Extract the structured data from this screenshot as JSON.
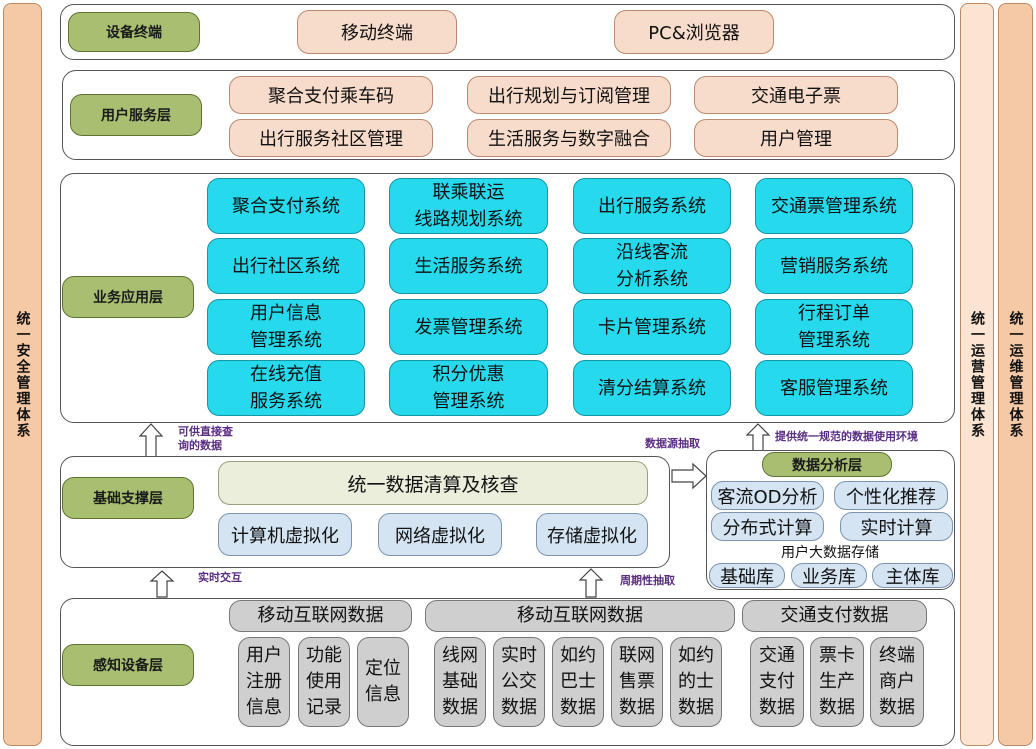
{
  "side_panels": {
    "security": "统一安全管理体系",
    "operations": "统一运营管理体系",
    "maintenance": "统一运维管理体系"
  },
  "device_layer": {
    "label": "设备终端",
    "items": [
      "移动终端",
      "PC&浏览器"
    ]
  },
  "user_service_layer": {
    "label": "用户服务层",
    "items": [
      "聚合支付乘车码",
      "出行规划与订阅管理",
      "交通电子票",
      "出行服务社区管理",
      "生活服务与数字融合",
      "用户管理"
    ]
  },
  "business_layer": {
    "label": "业务应用层",
    "items": [
      "聚合支付系统",
      "联乘联运\n线路规划系统",
      "出行服务系统",
      "交通票管理系统",
      "出行社区系统",
      "生活服务系统",
      "沿线客流\n分析系统",
      "营销服务系统",
      "用户信息\n管理系统",
      "发票管理系统",
      "卡片管理系统",
      "行程订单\n管理系统",
      "在线充值\n服务系统",
      "积分优惠\n管理系统",
      "清分结算系统",
      "客服管理系统"
    ]
  },
  "foundation_layer": {
    "label": "基础支撑层",
    "banner": "统一数据清算及核查",
    "items": [
      "计算机虚拟化",
      "网络虚拟化",
      "存储虚拟化"
    ]
  },
  "data_layer": {
    "label": "数据分析层",
    "items": [
      "客流OD分析",
      "个性化推荐",
      "分布式计算",
      "实时计算"
    ],
    "storage_label": "用户大数据存储",
    "storage_items": [
      "基础库",
      "业务库",
      "主体库"
    ]
  },
  "perception_layer": {
    "label": "感知设备层",
    "groups": [
      {
        "title": "移动互联网数据",
        "items": [
          "用户\n注册\n信息",
          "功能\n使用\n记录",
          "定位\n信息"
        ]
      },
      {
        "title": "移动互联网数据",
        "items": [
          "线网\n基础\n数据",
          "实时\n公交\n数据",
          "如约\n巴士\n数据",
          "联网\n售票\n数据",
          "如约\n的士\n数据"
        ]
      },
      {
        "title": "交通支付数据",
        "items": [
          "交通\n支付\n数据",
          "票卡\n生产\n数据",
          "终端\n商户\n数据"
        ]
      }
    ]
  },
  "annotations": {
    "direct_query": "可供直接查\n询的数据",
    "source_extract": "数据源抽取",
    "unified_env": "提供统一规范的数据使用环境",
    "realtime": "实时交互",
    "periodic": "周期性抽取"
  }
}
